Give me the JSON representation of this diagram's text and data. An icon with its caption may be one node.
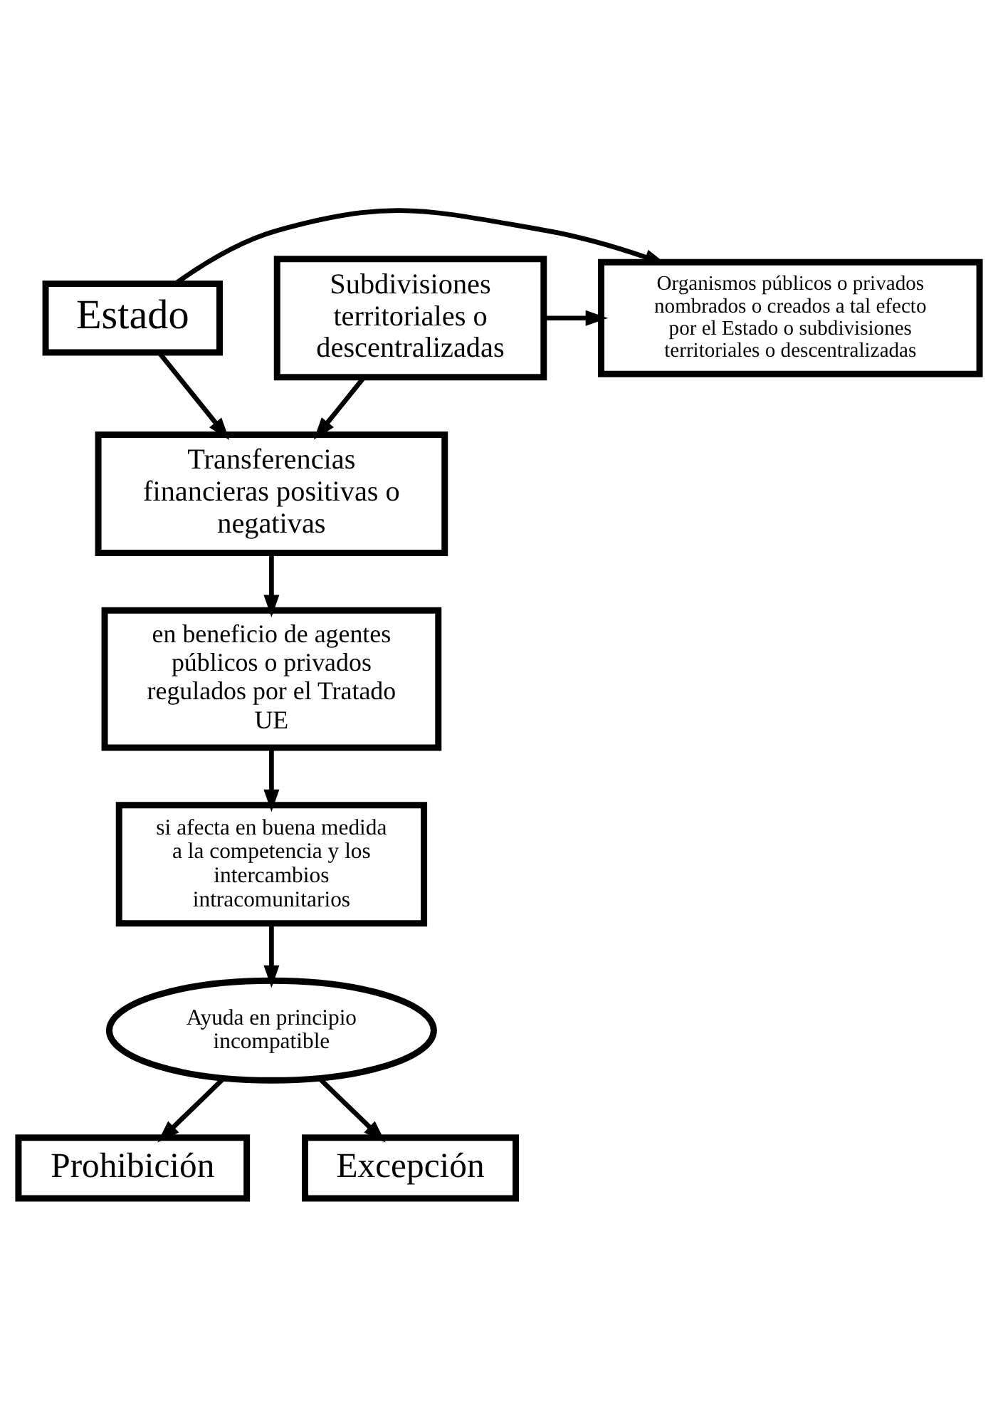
{
  "diagram": {
    "nodes": [
      {
        "text": [
          "Estado"
        ]
      },
      {
        "text": [
          "Subdivisiones territoriales o descentralizadas"
        ]
      },
      {
        "text": [
          "Organismos públicos o privados nombrados o creados a tal efecto por el Estado o subdivisiones territoriales o descentralizadas"
        ]
      },
      {
        "text": [
          "Transferencias financieras positivas o negativas"
        ]
      },
      {
        "text": [
          "en beneficio de agentes públicos o privados regulados por el Tratado UE"
        ]
      },
      {
        "text": [
          "si afecta en buena medida a la competencia y los intercambios intracomunitarios"
        ]
      },
      {
        "text": [
          "Ayuda en principio incompatible"
        ]
      },
      {
        "text": [
          "Prohibición"
        ]
      },
      {
        "text": [
          "Excepción"
        ]
      }
    ],
    "edges": [
      {
        "from": 0,
        "to": 2,
        "arrow": "to"
      },
      {
        "from": 1,
        "to": 2,
        "arrow": "to"
      },
      {
        "from": 0,
        "to": 3,
        "arrow": "to"
      },
      {
        "from": 1,
        "to": 3,
        "arrow": "to"
      },
      {
        "from": 3,
        "to": 4,
        "arrow": "to"
      },
      {
        "from": 4,
        "to": 5,
        "arrow": "to"
      },
      {
        "from": 5,
        "to": 6,
        "arrow": "to"
      },
      {
        "from": 6,
        "to": 7,
        "arrow": "to"
      },
      {
        "from": 6,
        "to": 8,
        "arrow": "to"
      }
    ]
  }
}
